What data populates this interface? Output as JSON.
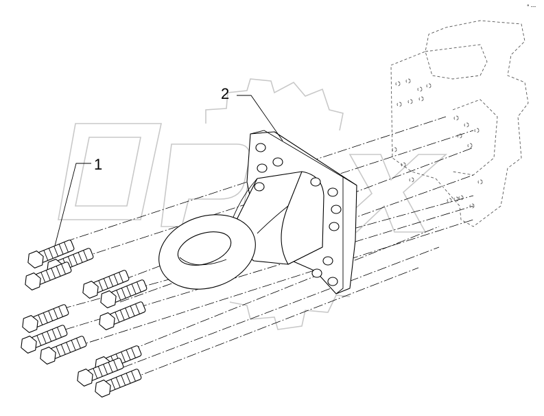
{
  "callouts": [
    {
      "id": "1",
      "label": "1"
    },
    {
      "id": "2",
      "label": "2"
    }
  ],
  "corner_mark": "° ---",
  "colors": {
    "line": "#000000",
    "background": "#ffffff",
    "watermark": "#c8c8c8"
  }
}
